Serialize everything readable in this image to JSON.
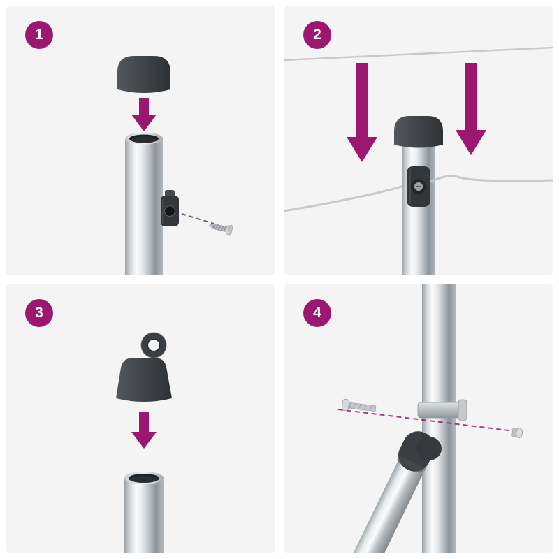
{
  "colors": {
    "accent": "#9c1870",
    "panel_bg": "#f4f4f4",
    "badge_text": "#ffffff",
    "cap": "#3c4043",
    "wire": "#c7c9cb",
    "dash_gray": "#5a5d60"
  },
  "steps": [
    {
      "number": "1",
      "illustration": [
        "pole-cap",
        "down-arrow",
        "steel-pole",
        "screw-clamp",
        "screw",
        "dashed-guide"
      ]
    },
    {
      "number": "2",
      "illustration": [
        "clothes-line-top",
        "down-arrow",
        "down-arrow",
        "capped-pole",
        "line-bracket",
        "clothes-line-threaded"
      ]
    },
    {
      "number": "3",
      "illustration": [
        "eyelet-cap",
        "down-arrow",
        "open-steel-tube"
      ]
    },
    {
      "number": "4",
      "illustration": [
        "upright-pole",
        "pipe-clamp",
        "bolt",
        "elbow-connector",
        "diagonal-brace",
        "cap-nut",
        "dashed-guide"
      ]
    }
  ]
}
